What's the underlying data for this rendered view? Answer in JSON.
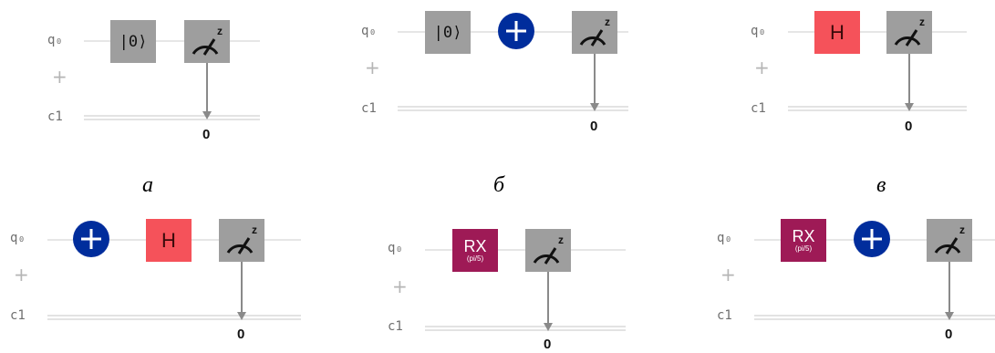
{
  "labels": {
    "qubit": "q₀",
    "ancilla": "+",
    "classical": "c1",
    "measure_index": "0"
  },
  "gates": {
    "reset": "|0⟩",
    "hadamard": "H",
    "rx": "RX",
    "rx_param": "(pi/5)",
    "measure_basis": "z"
  },
  "captions": {
    "a": "а",
    "b": "б",
    "v": "в"
  },
  "colors": {
    "x_gate": "#002d9c",
    "h_gate": "#f5525a",
    "rx_gate": "#9e1a56",
    "measure_gate": "#9e9e9e"
  }
}
